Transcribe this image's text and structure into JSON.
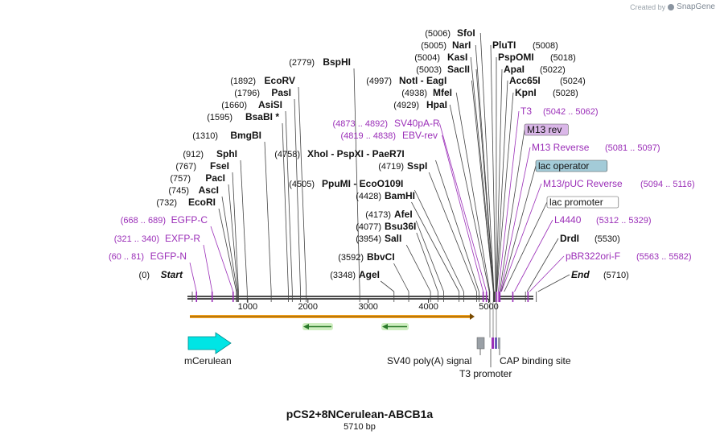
{
  "brand": {
    "created_by": "Created by",
    "name": "SnapGene"
  },
  "plasmid": {
    "name": "pCS2+8NCerulean-ABCB1a",
    "size": "5710 bp",
    "length": 5710
  },
  "colors": {
    "site": "#000000",
    "primer": "#9b2fb8",
    "ruler": "#333333",
    "orf": "#00d4d4",
    "orf_strand": "#f5a623",
    "feature_gray": "#9aa0a6",
    "lac_op_fill": "#a3cbd8",
    "m13_fill": "#dab7e8"
  },
  "ruler": {
    "ticks": [
      1000,
      2000,
      3000,
      4000,
      5000
    ]
  },
  "left_labels": [
    {
      "pos": "(0)",
      "name": "Start",
      "kind": "end",
      "at": 0
    },
    {
      "pos": "(60 .. 81)",
      "name": "EGFP-N",
      "kind": "primer",
      "at": 70
    },
    {
      "pos": "(321 .. 340)",
      "name": "EXFP-R",
      "kind": "primer",
      "at": 330
    },
    {
      "pos": "(668 .. 689)",
      "name": "EGFP-C",
      "kind": "primer",
      "at": 678
    },
    {
      "pos": "(732)",
      "name": "EcoRI",
      "kind": "site",
      "at": 732
    },
    {
      "pos": "(745)",
      "name": "AscI",
      "kind": "site",
      "at": 745
    },
    {
      "pos": "(757)",
      "name": "PacI",
      "kind": "site",
      "at": 757
    },
    {
      "pos": "(767)",
      "name": "FseI",
      "kind": "site",
      "at": 767
    },
    {
      "pos": "(912)",
      "name": "SphI",
      "kind": "site",
      "at": 912
    },
    {
      "pos": "(1310)",
      "name": "BmgBI",
      "kind": "site",
      "at": 1310
    },
    {
      "pos": "(1595)",
      "name": "BsaBI *",
      "kind": "site",
      "at": 1595
    },
    {
      "pos": "(1660)",
      "name": "AsiSI",
      "kind": "site",
      "at": 1660
    },
    {
      "pos": "(1796)",
      "name": "PasI",
      "kind": "site",
      "at": 1796
    },
    {
      "pos": "(1892)",
      "name": "EcoRV",
      "kind": "site",
      "at": 1892
    },
    {
      "pos": "(2779)",
      "name": "BspHI",
      "kind": "site",
      "at": 2779
    }
  ],
  "mid_labels": [
    {
      "text": "(4758)  XhoI  -  PspXI  -  PaeR7I",
      "pos": "(4758)",
      "names": "XhoI  -  PspXI  -  PaeR7I",
      "kind": "site",
      "at": 4758
    },
    {
      "pos": "(4505)",
      "names": "PpuMI  -  EcoO109I",
      "kind": "site",
      "at": 4505
    },
    {
      "pos": "(4719)",
      "names": "SspI",
      "kind": "site",
      "at": 4719
    },
    {
      "pos": "(4428)",
      "names": "BamHI",
      "kind": "site",
      "at": 4428
    },
    {
      "pos": "(4173)",
      "names": "AfeI",
      "kind": "site",
      "at": 4173
    },
    {
      "pos": "(4077)",
      "names": "Bsu36I",
      "kind": "site",
      "at": 4077
    },
    {
      "pos": "(3954)",
      "names": "SalI",
      "kind": "site",
      "at": 3954
    },
    {
      "pos": "(3592)",
      "names": "BbvCI",
      "kind": "site",
      "at": 3592
    },
    {
      "pos": "(3348)",
      "names": "AgeI",
      "kind": "site",
      "at": 3348
    }
  ],
  "upper_mid_labels": [
    {
      "pos": "(5006)",
      "name": "SfoI",
      "kind": "site",
      "at": 5006
    },
    {
      "pos": "(5005)",
      "name": "NarI",
      "kind": "site",
      "at": 5005
    },
    {
      "pos": "(5004)",
      "name": "KasI",
      "kind": "site",
      "at": 5004
    },
    {
      "pos": "(5003)",
      "name": "SacII",
      "kind": "site",
      "at": 5003
    },
    {
      "pos": "(4997)",
      "name": "NotI  -  EagI",
      "kind": "site",
      "at": 4997
    },
    {
      "pos": "(4938)",
      "name": "MfeI",
      "kind": "site",
      "at": 4938
    },
    {
      "pos": "(4929)",
      "name": "HpaI",
      "kind": "site",
      "at": 4929
    },
    {
      "pos": "(4873 .. 4892)",
      "name": "SV40pA-R",
      "kind": "primer",
      "at": 4882
    },
    {
      "pos": "(4819 .. 4838)",
      "name": "EBV-rev",
      "kind": "primer",
      "at": 4828
    }
  ],
  "right_labels": [
    {
      "pos": "(5008)",
      "name": "PluTI",
      "kind": "site",
      "at": 5008
    },
    {
      "pos": "(5018)",
      "name": "PspOMI",
      "kind": "site",
      "at": 5018
    },
    {
      "pos": "(5022)",
      "name": "ApaI",
      "kind": "site",
      "at": 5022
    },
    {
      "pos": "(5024)",
      "name": "Acc65I",
      "kind": "site",
      "at": 5024
    },
    {
      "pos": "(5028)",
      "name": "KpnI",
      "kind": "site",
      "at": 5028
    },
    {
      "pos": "(5042 .. 5062)",
      "name": "T3",
      "kind": "primer",
      "at": 5052
    },
    {
      "pos": "",
      "name": "M13 rev",
      "kind": "boxed-primer",
      "at": 5075
    },
    {
      "pos": "(5081 .. 5097)",
      "name": "M13 Reverse",
      "kind": "primer",
      "at": 5089
    },
    {
      "pos": "",
      "name": "lac operator",
      "kind": "boxed-feature",
      "at": 5100
    },
    {
      "pos": "(5094 .. 5116)",
      "name": "M13/pUC Reverse",
      "kind": "primer",
      "at": 5105
    },
    {
      "pos": "",
      "name": "lac promoter",
      "kind": "boxed-white",
      "at": 5150
    },
    {
      "pos": "(5312 .. 5329)",
      "name": "L4440",
      "kind": "primer",
      "at": 5320
    },
    {
      "pos": "(5530)",
      "name": "DrdI",
      "kind": "site",
      "at": 5530
    },
    {
      "pos": "(5563 .. 5582)",
      "name": "pBR322ori-F",
      "kind": "primer",
      "at": 5572
    },
    {
      "pos": "(5710)",
      "name": "End",
      "kind": "end",
      "at": 5710
    }
  ],
  "features": [
    {
      "name": "mCerulean",
      "type": "orf-arrow"
    },
    {
      "name": "SV40 poly(A) signal",
      "type": "box"
    },
    {
      "name": "CAP binding site",
      "type": "box"
    },
    {
      "name": "T3 promoter",
      "type": "box"
    }
  ]
}
